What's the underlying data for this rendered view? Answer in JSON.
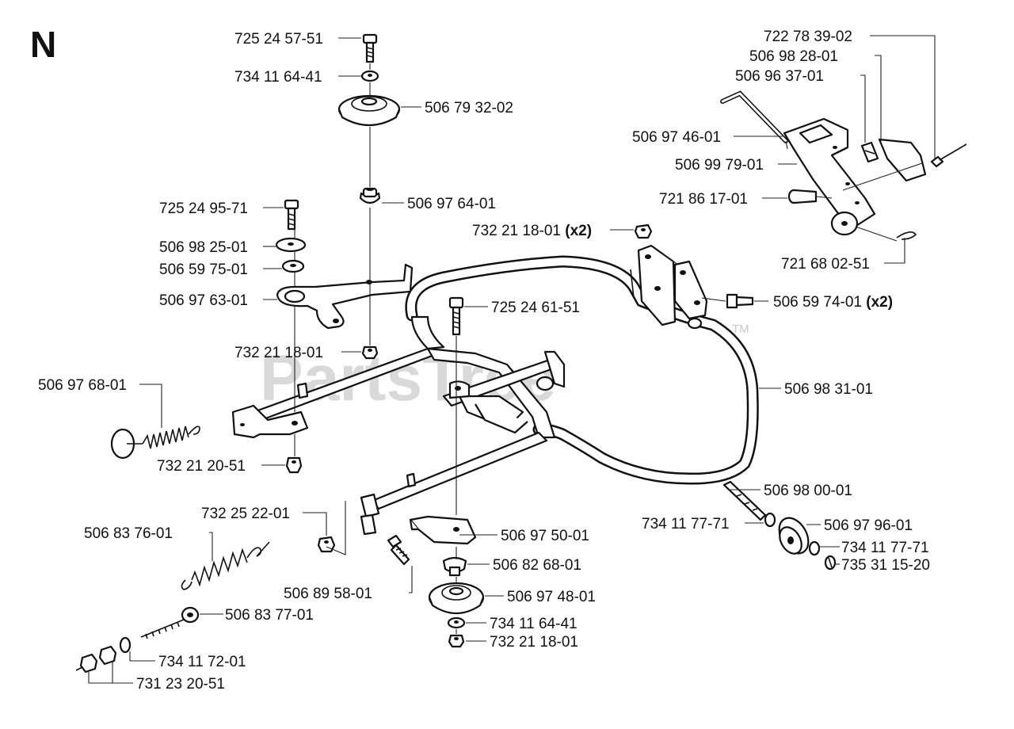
{
  "diagram": {
    "section_letter": "N",
    "watermark": "PartsTree",
    "watermark_mark": "TM",
    "parts": [
      {
        "id": "p01",
        "label": "725 24 57-51"
      },
      {
        "id": "p02",
        "label": "734 11 64-41"
      },
      {
        "id": "p03",
        "label": "506 79 32-02"
      },
      {
        "id": "p04",
        "label": "506 97 64-01"
      },
      {
        "id": "p05",
        "label": "725 24 95-71"
      },
      {
        "id": "p06",
        "label": "506 98 25-01"
      },
      {
        "id": "p07",
        "label": "506 59 75-01"
      },
      {
        "id": "p08",
        "label": "506 97 63-01"
      },
      {
        "id": "p09",
        "label": "732 21 18-01"
      },
      {
        "id": "p10",
        "label": "506 97 68-01"
      },
      {
        "id": "p11",
        "label": "732 21 20-51"
      },
      {
        "id": "p12",
        "label": "732 21 18-01",
        "qty": "(x2)"
      },
      {
        "id": "p13",
        "label": "725 24 61-51"
      },
      {
        "id": "p14",
        "label": "722 78 39-02"
      },
      {
        "id": "p15",
        "label": "506 98 28-01"
      },
      {
        "id": "p16",
        "label": "506 96 37-01"
      },
      {
        "id": "p17",
        "label": "506 97 46-01"
      },
      {
        "id": "p18",
        "label": "506 99 79-01"
      },
      {
        "id": "p19",
        "label": "721 86 17-01"
      },
      {
        "id": "p20",
        "label": "721 68 02-51"
      },
      {
        "id": "p21",
        "label": "506 59 74-01",
        "qty": "(x2)"
      },
      {
        "id": "p22",
        "label": "506 98 31-01"
      },
      {
        "id": "p23",
        "label": "506 98 00-01"
      },
      {
        "id": "p24",
        "label": "734 11 77-71"
      },
      {
        "id": "p25",
        "label": "506 97 96-01"
      },
      {
        "id": "p26",
        "label": "734 11 77-71"
      },
      {
        "id": "p27",
        "label": "735 31 15-20"
      },
      {
        "id": "p28",
        "label": "732 25 22-01"
      },
      {
        "id": "p29",
        "label": "506 83 76-01"
      },
      {
        "id": "p30",
        "label": "506 97 50-01"
      },
      {
        "id": "p31",
        "label": "506 82 68-01"
      },
      {
        "id": "p32",
        "label": "506 97 48-01"
      },
      {
        "id": "p33",
        "label": "734 11 64-41"
      },
      {
        "id": "p34",
        "label": "732 21 18-01"
      },
      {
        "id": "p35",
        "label": "506 89 58-01"
      },
      {
        "id": "p36",
        "label": "506 83 77-01"
      },
      {
        "id": "p37",
        "label": "734 11 72-01"
      },
      {
        "id": "p38",
        "label": "731 23 20-51"
      }
    ]
  }
}
